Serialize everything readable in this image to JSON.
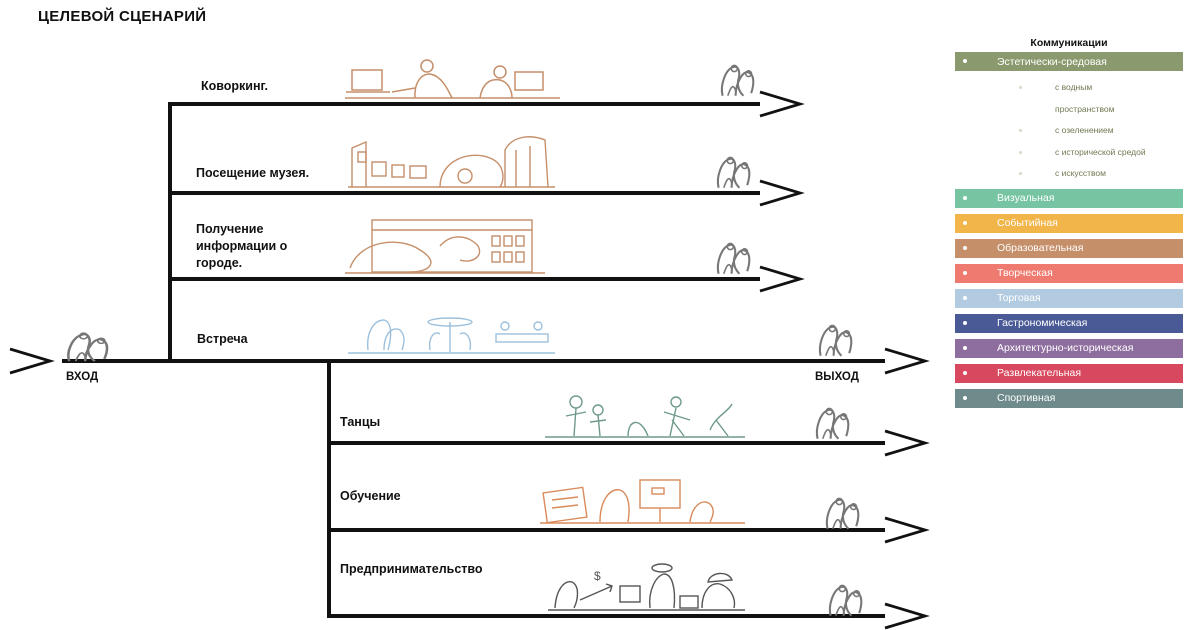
{
  "title": "ЦЕЛЕВОЙ СЦЕНАРИЙ",
  "entry_label": "ВХОД",
  "exit_label": "ВЫХОД",
  "scenarios": {
    "coworking": "Коворкинг.",
    "museum": "Посещение музея.",
    "city_info": "Получение информации о городе.",
    "meeting": "Встреча",
    "dance": "Танцы",
    "learning": "Обучение",
    "business": "Предпринимательство"
  },
  "legend": {
    "title": "Коммуникации",
    "main": {
      "label": "Эстетически-средовая",
      "color": "#8a9a6e"
    },
    "subs": [
      "с водным",
      "пространством",
      "с озеленением",
      "с исторической средой",
      "с искусством"
    ],
    "items": [
      {
        "label": "Визуальная",
        "color": "#76c4a2"
      },
      {
        "label": "Событийная",
        "color": "#f2b54a"
      },
      {
        "label": "Образовательная",
        "color": "#c58f6a"
      },
      {
        "label": "Творческая",
        "color": "#ef7a70"
      },
      {
        "label": "Торговая",
        "color": "#b3cbe0"
      },
      {
        "label": "Гастрономическая",
        "color": "#4a5a96"
      },
      {
        "label": "Архитектурно-историческая",
        "color": "#8e6e9e"
      },
      {
        "label": "Развлекательная",
        "color": "#d8485e"
      },
      {
        "label": "Спортивная",
        "color": "#6e8a8a"
      }
    ]
  },
  "colors": {
    "coworking_sketch": "#c58f6a",
    "museum_sketch": "#c58f6a",
    "cityinfo_sketch": "#c58f6a",
    "meeting_sketch": "#9cc0dc",
    "dance_sketch": "#6e9a8a",
    "learning_sketch": "#d98a5a",
    "business_sketch": "#555555",
    "people_icon": "#777777"
  }
}
